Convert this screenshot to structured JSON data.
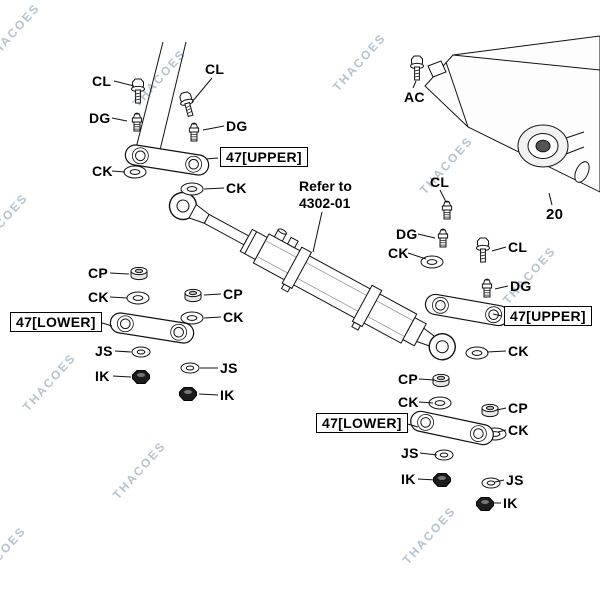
{
  "watermark": {
    "text": "THACOES",
    "color": "#b6c3cf"
  },
  "note": {
    "line1": "Refer to",
    "line2": "4302-01"
  },
  "callouts": [
    {
      "text": "CL",
      "boxed": false
    },
    {
      "text": "CL",
      "boxed": false
    },
    {
      "text": "DG",
      "boxed": false
    },
    {
      "text": "DG",
      "boxed": false
    },
    {
      "text": "47[UPPER]",
      "boxed": true
    },
    {
      "text": "CK",
      "boxed": false
    },
    {
      "text": "CK",
      "boxed": false
    },
    {
      "text": "CP",
      "boxed": false
    },
    {
      "text": "CK",
      "boxed": false
    },
    {
      "text": "CP",
      "boxed": false
    },
    {
      "text": "CK",
      "boxed": false
    },
    {
      "text": "47[LOWER]",
      "boxed": true
    },
    {
      "text": "JS",
      "boxed": false
    },
    {
      "text": "JS",
      "boxed": false
    },
    {
      "text": "IK",
      "boxed": false
    },
    {
      "text": "IK",
      "boxed": false
    },
    {
      "text": "AC",
      "boxed": false
    },
    {
      "text": "CL",
      "boxed": false
    },
    {
      "text": "20",
      "boxed": false
    },
    {
      "text": "DG",
      "boxed": false
    },
    {
      "text": "CL",
      "boxed": false
    },
    {
      "text": "CK",
      "boxed": false
    },
    {
      "text": "DG",
      "boxed": false
    },
    {
      "text": "47[UPPER]",
      "boxed": true
    },
    {
      "text": "CK",
      "boxed": false
    },
    {
      "text": "CP",
      "boxed": false
    },
    {
      "text": "CK",
      "boxed": false
    },
    {
      "text": "CP",
      "boxed": false
    },
    {
      "text": "47[LOWER]",
      "boxed": true
    },
    {
      "text": "CK",
      "boxed": false
    },
    {
      "text": "JS",
      "boxed": false
    },
    {
      "text": "IK",
      "boxed": false
    },
    {
      "text": "JS",
      "boxed": false
    },
    {
      "text": "IK",
      "boxed": false
    }
  ]
}
